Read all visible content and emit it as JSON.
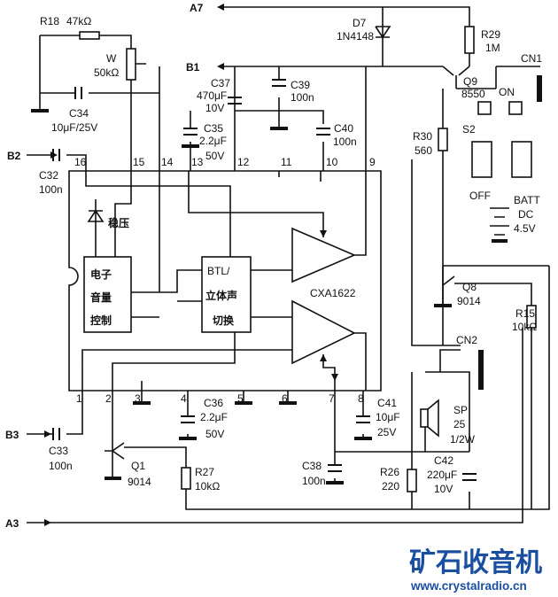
{
  "nets": {
    "a7": "A7",
    "b1": "B1",
    "b2": "B2",
    "b3": "B3",
    "a3": "A3"
  },
  "parts": {
    "d7": {
      "ref": "D7",
      "val": "1N4148"
    },
    "r29": {
      "ref": "R29",
      "val": "1M"
    },
    "cn1": "CN1",
    "r18": {
      "ref": "R18",
      "val": "47kΩ"
    },
    "w": {
      "ref": "W",
      "val": "50kΩ"
    },
    "c37": {
      "ref": "C37",
      "val": "470μF",
      "volt": "10V"
    },
    "c39": {
      "ref": "C39",
      "val": "100n"
    },
    "q9": {
      "ref": "Q9",
      "val": "8550"
    },
    "on": "ON",
    "c34": {
      "ref": "C34",
      "val": "10μF/25V"
    },
    "c35": {
      "ref": "C35",
      "val": "2.2μF",
      "volt": "50V"
    },
    "c40": {
      "ref": "C40",
      "val": "100n"
    },
    "r30": {
      "ref": "R30",
      "val": "560"
    },
    "s2": "S2",
    "c32": {
      "ref": "C32",
      "val": "100n"
    },
    "off": "OFF",
    "batt": {
      "ref": "BATT",
      "type": "DC",
      "val": "4.5V"
    },
    "q8": {
      "ref": "Q8",
      "val": "9014"
    },
    "r15": {
      "ref": "R15",
      "val": "10kΩ"
    },
    "cn2": "CN2",
    "c36": {
      "ref": "C36",
      "val": "2.2μF",
      "volt": "50V"
    },
    "c41": {
      "ref": "C41",
      "val": "10μF",
      "volt": "25V"
    },
    "sp": {
      "ref": "SP",
      "val": "25",
      "power": "1/2W"
    },
    "c33": {
      "ref": "C33",
      "val": "100n"
    },
    "q1": {
      "ref": "Q1",
      "val": "9014"
    },
    "r27": {
      "ref": "R27",
      "val": "10kΩ"
    },
    "c38": {
      "ref": "C38",
      "val": "100n"
    },
    "r26": {
      "ref": "R26",
      "val": "220"
    },
    "c42": {
      "ref": "C42",
      "val": "220μF",
      "volt": "10V"
    }
  },
  "ic": {
    "name": "CXA1622",
    "regulator": "稳压",
    "volume": [
      "电子",
      "音量",
      "控制"
    ],
    "btl": [
      "BTL/",
      "立体声",
      "切换"
    ],
    "pins_top": [
      "16",
      "15",
      "14",
      "13",
      "12",
      "11",
      "10",
      "9"
    ],
    "pins_bottom": [
      "1",
      "2",
      "3",
      "4",
      "5",
      "6",
      "7",
      "8"
    ]
  },
  "watermark": {
    "title": "矿石收音机",
    "url": "www.crystalradio.cn",
    "color": "#1a4fa0"
  }
}
